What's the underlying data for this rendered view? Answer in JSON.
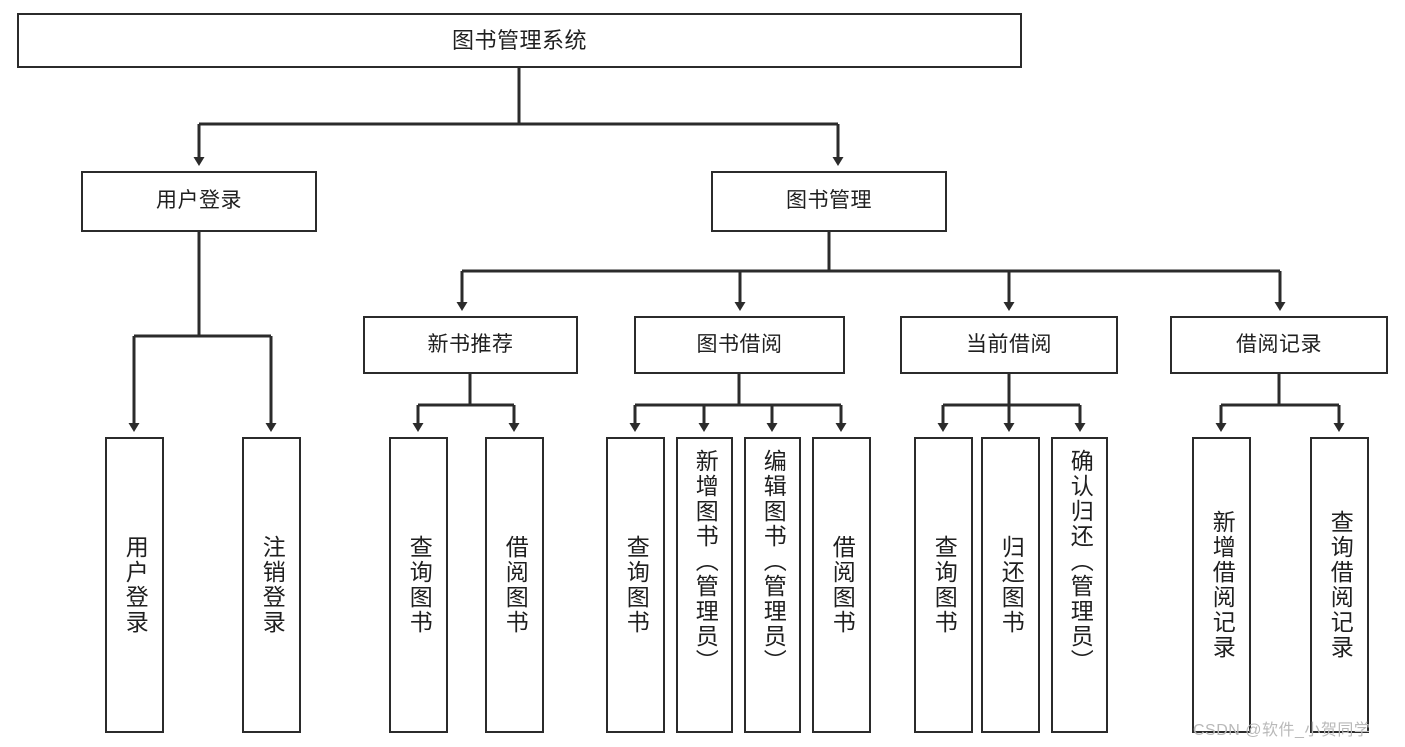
{
  "diagram": {
    "title": "图书管理系统",
    "type": "功能结构图",
    "colors": {
      "box_border": "#2b2b2b",
      "box_fill": "#ffffff",
      "line": "#2b2b2b",
      "text": "#1f1f1f",
      "watermark": "#b9b9b9"
    }
  },
  "root": {
    "label": "图书管理系统"
  },
  "level2": [
    {
      "label": "用户登录"
    },
    {
      "label": "图书管理"
    }
  ],
  "level3": [
    {
      "label": "新书推荐"
    },
    {
      "label": "图书借阅"
    },
    {
      "label": "当前借阅"
    },
    {
      "label": "借阅记录"
    }
  ],
  "leaves": [
    {
      "label": "用户登录"
    },
    {
      "label": "注销登录"
    },
    {
      "label": "查询图书"
    },
    {
      "label": "借阅图书"
    },
    {
      "label": "查询图书"
    },
    {
      "label": "新增图书（管理员）"
    },
    {
      "label": "编辑图书（管理员）"
    },
    {
      "label": "借阅图书"
    },
    {
      "label": "查询图书"
    },
    {
      "label": "归还图书"
    },
    {
      "label": "确认归还（管理员）"
    },
    {
      "label": "新增借阅记录"
    },
    {
      "label": "查询借阅记录"
    }
  ],
  "watermark": {
    "text": "CSDN @软件_小贺同学"
  }
}
